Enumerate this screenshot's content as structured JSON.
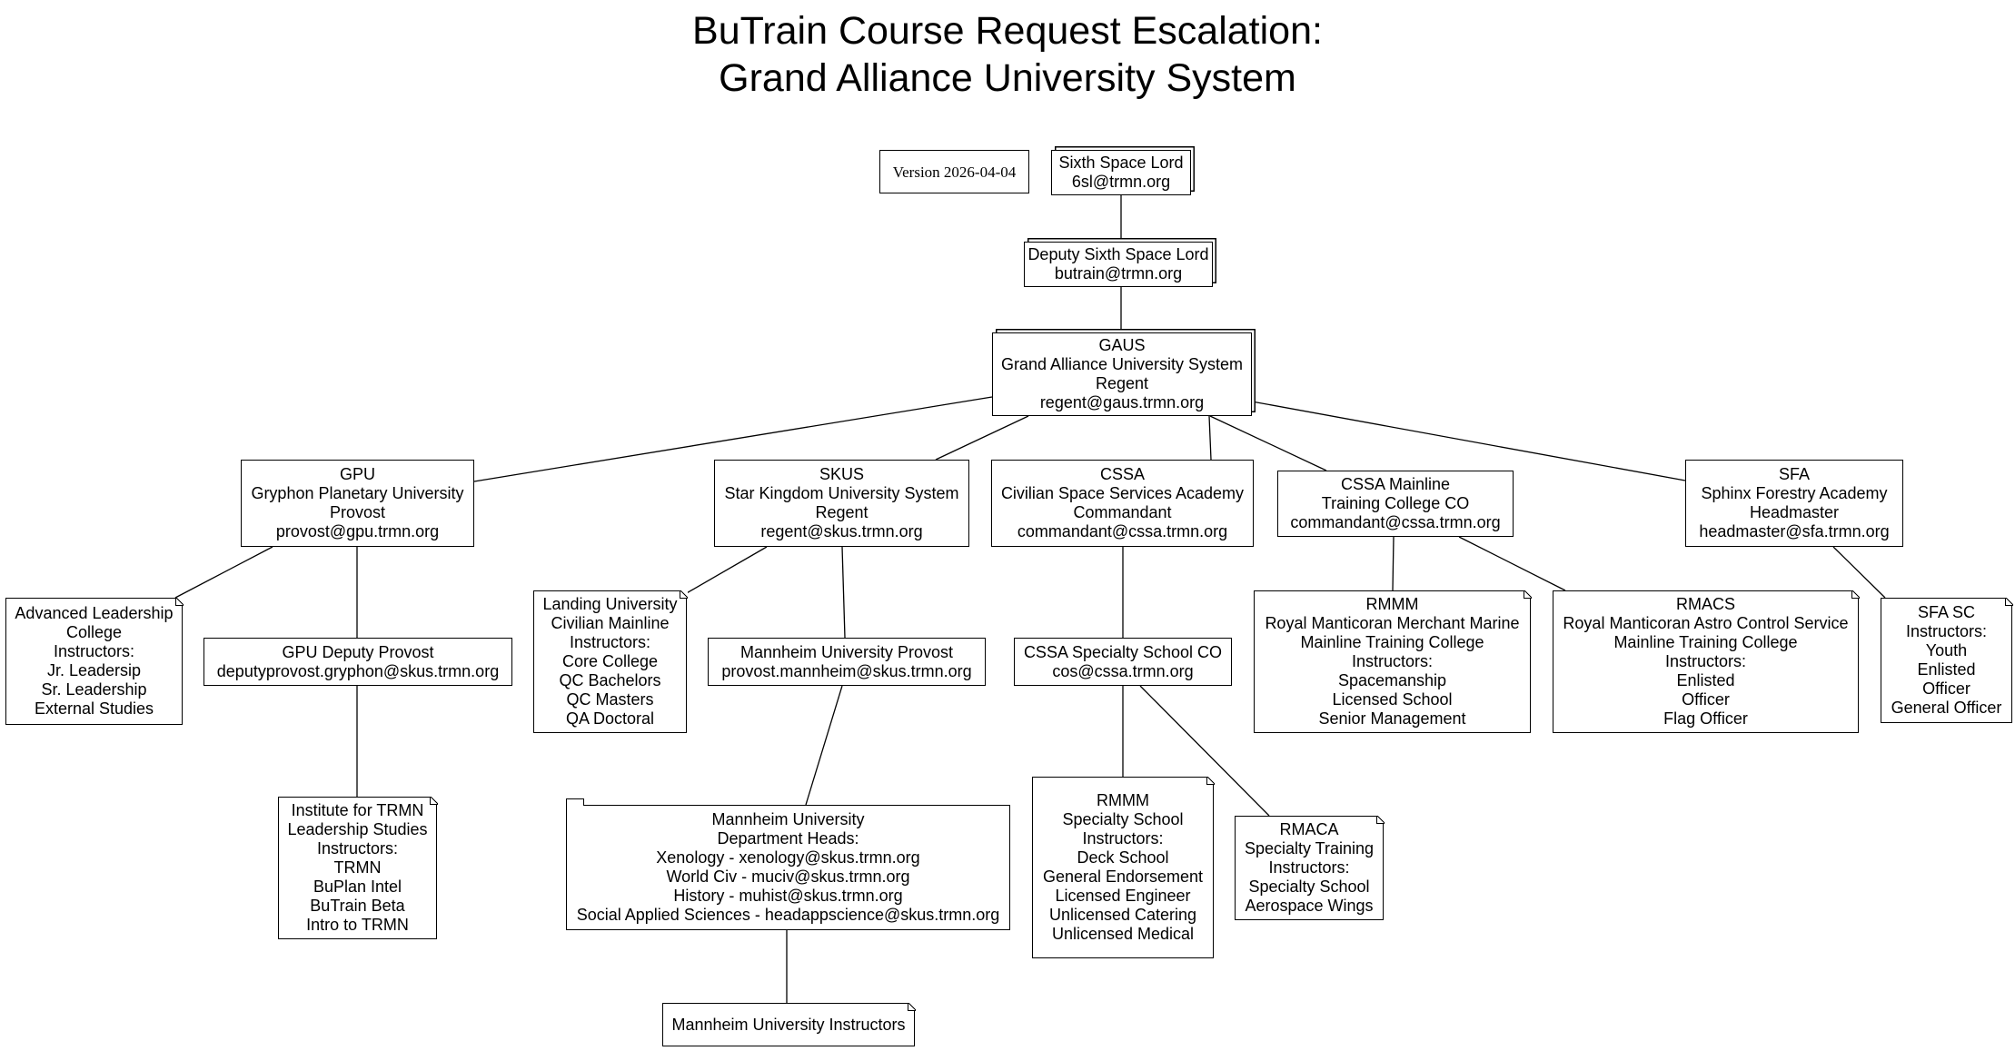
{
  "title": {
    "line1": "BuTrain Course Request Escalation:",
    "line2": "Grand Alliance University System"
  },
  "nodes": {
    "version": [
      "Version 2026-04-04"
    ],
    "sixth_space_lord": [
      "Sixth Space Lord",
      "6sl@trmn.org"
    ],
    "deputy_sixth_space_lord": [
      "Deputy Sixth Space Lord",
      "butrain@trmn.org"
    ],
    "gaus": [
      "GAUS",
      "Grand Alliance University System",
      "Regent",
      "regent@gaus.trmn.org"
    ],
    "gpu": [
      "GPU",
      "Gryphon Planetary University",
      "Provost",
      "provost@gpu.trmn.org"
    ],
    "skus": [
      "SKUS",
      "Star Kingdom University System",
      "Regent",
      "regent@skus.trmn.org"
    ],
    "cssa": [
      "CSSA",
      "Civilian Space Services Academy",
      "Commandant",
      "commandant@cssa.trmn.org"
    ],
    "cssa_mainline": [
      "CSSA Mainline",
      "Training College CO",
      "commandant@cssa.trmn.org"
    ],
    "sfa": [
      "SFA",
      "Sphinx Forestry Academy",
      "Headmaster",
      "headmaster@sfa.trmn.org"
    ],
    "advanced_leadership": [
      "Advanced Leadership",
      "College",
      "Instructors:",
      "Jr. Leadersip",
      "Sr. Leadership",
      "External Studies"
    ],
    "gpu_deputy_provost": [
      "GPU Deputy Provost",
      "deputyprovost.gryphon@skus.trmn.org"
    ],
    "institute_trmn": [
      "Institute for TRMN",
      "Leadership Studies",
      "Instructors:",
      "TRMN",
      "BuPlan Intel",
      "BuTrain Beta",
      "Intro to TRMN"
    ],
    "landing_university": [
      "Landing University",
      "Civilian Mainline",
      "Instructors:",
      "Core College",
      "QC Bachelors",
      "QC Masters",
      "QA Doctoral"
    ],
    "mannheim_provost": [
      "Mannheim University Provost",
      "provost.mannheim@skus.trmn.org"
    ],
    "mannheim_departments": [
      "Mannheim University",
      "Department Heads:",
      "Xenology - xenology@skus.trmn.org",
      "World Civ - muciv@skus.trmn.org",
      "History - muhist@skus.trmn.org",
      "Social Applied Sciences - headappscience@skus.trmn.org"
    ],
    "mannheim_instructors": [
      "Mannheim University Instructors"
    ],
    "cssa_specialty_co": [
      "CSSA Specialty School CO",
      "cos@cssa.trmn.org"
    ],
    "rmmm_specialty": [
      "RMMM",
      "Specialty School",
      "Instructors:",
      "Deck School",
      "General Endorsement",
      "Licensed Engineer",
      "Unlicensed Catering",
      "Unlicensed Medical"
    ],
    "rmaca": [
      "RMACA",
      "Specialty Training",
      "Instructors:",
      "Specialty School",
      "Aerospace Wings"
    ],
    "rmmm_mainline": [
      "RMMM",
      "Royal Manticoran Merchant Marine",
      "Mainline Training College",
      "Instructors:",
      "Spacemanship",
      "Licensed School",
      "Senior Management"
    ],
    "rmacs": [
      "RMACS",
      "Royal Manticoran Astro Control Service",
      "Mainline Training College",
      "Instructors:",
      "Enlisted",
      "Officer",
      "Flag Officer"
    ],
    "sfa_sc": [
      "SFA SC",
      "Instructors:",
      "Youth",
      "Enlisted",
      "Officer",
      "General Officer"
    ]
  }
}
